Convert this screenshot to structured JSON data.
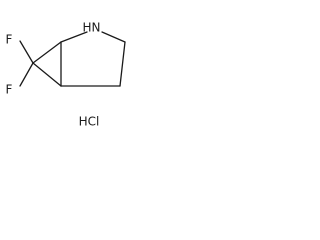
{
  "molecule": {
    "atoms": {
      "fluorine_top": "F",
      "fluorine_bottom": "F",
      "nitrogen": "N",
      "nitrogen_hydrogen": "H"
    },
    "salt": "HCl"
  }
}
